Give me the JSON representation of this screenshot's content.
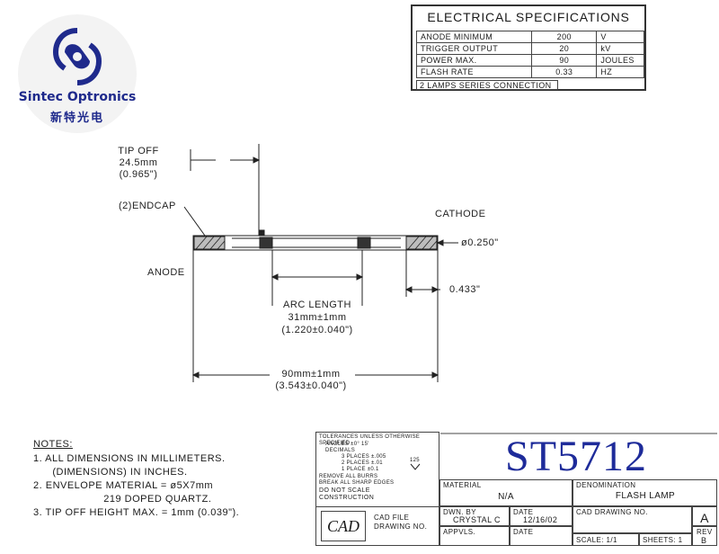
{
  "logo": {
    "name": "Sintec Optronics",
    "chinese": "新特光电"
  },
  "specs": {
    "title": "ELECTRICAL SPECIFICATIONS",
    "rows": [
      {
        "label": "ANODE MINIMUM",
        "value": "200",
        "unit": "V"
      },
      {
        "label": "TRIGGER OUTPUT",
        "value": "20",
        "unit": "kV"
      },
      {
        "label": "POWER MAX.",
        "value": "90",
        "unit": "JOULES"
      },
      {
        "label": "FLASH RATE",
        "value": "0.33",
        "unit": "HZ"
      }
    ],
    "note": "2 LAMPS SERIES CONNECTION"
  },
  "drawing": {
    "tip_off": "TIP OFF",
    "tip_off_mm": "24.5mm",
    "tip_off_in": "(0.965\")",
    "endcap": "(2)ENDCAP",
    "cathode": "CATHODE",
    "anode": "ANODE",
    "diameter": "ø0.250\"",
    "offset": "0.433\"",
    "arc_label": "ARC LENGTH",
    "arc_mm": "31mm±1mm",
    "arc_in": "(1.220±0.040\")",
    "total_mm": "90mm±1mm",
    "total_in": "(3.543±0.040\")"
  },
  "notes": {
    "heading": "NOTES:",
    "body": "1. ALL DIMENSIONS IN MILLIMETERS.\n      (DIMENSIONS) IN INCHES.\n2. ENVELOPE MATERIAL = ø5X7mm\n                      219 DOPED QUARTZ.\n3. TIP OFF HEIGHT MAX. = 1mm (0.039\")."
  },
  "title_block": {
    "tolerances": "TOLERANCES UNLESS OTHERWISE SPECIFIED",
    "angles": "ANGLES ±0° 15'",
    "decimals": "DECIMALS",
    "places3": "3 PLACES ±.005",
    "places2": "2 PLACES ±.01",
    "places1": "1 PLACE ±0.1",
    "finish": "125",
    "burrs": "REMOVE ALL BURRS",
    "edges": "BREAK ALL SHARP EDGES",
    "no_scale": "DO NOT SCALE",
    "construction": "CONSTRUCTION",
    "cad": "CAD",
    "cad_file": "CAD FILE",
    "drawing_no": "DRAWING NO.",
    "material_label": "MATERIAL",
    "material_value": "N/A",
    "denomination_label": "DENOMINATION",
    "denomination_value": "FLASH LAMP",
    "dwn_label": "DWN. BY",
    "dwn_value": "CRYSTAL C",
    "date_label": "DATE",
    "date_value": "12/16/02",
    "appvls_label": "APPVLS.",
    "date2_label": "DATE",
    "cad_drawing_no": "CAD DRAWING NO.",
    "size": "A",
    "rev_label": "REV",
    "rev_value": "B",
    "scale": "SCALE: 1/1",
    "sheets": "SHEETS: 1",
    "model": "ST5712"
  }
}
